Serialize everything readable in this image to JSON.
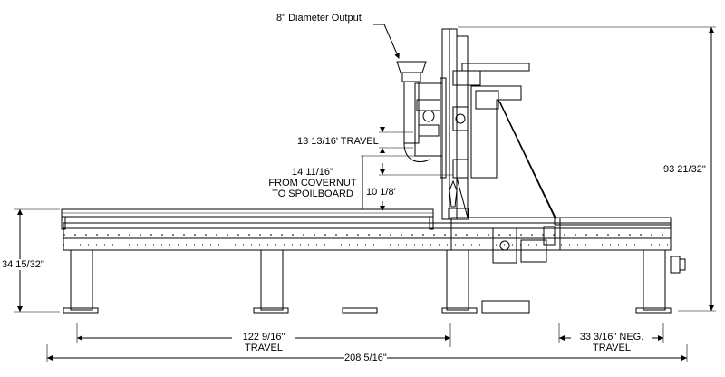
{
  "labels": {
    "output_diameter": "8\" Diameter Output",
    "z_travel": "13 13/16' TRAVEL",
    "covernut_value": "14 11/16\"",
    "covernut_line1": "FROM COVERNUT",
    "covernut_line2": "TO SPOILBOARD",
    "gantry_clearance": "10 1/8'",
    "overall_height": "93 21/32\"",
    "table_height": "34 15/32\"",
    "x_travel_value": "122 9/16\"",
    "x_travel_label": "TRAVEL",
    "neg_travel_value": "33 3/16\" NEG.",
    "neg_travel_label": "TRAVEL",
    "overall_length": "208 5/16\""
  },
  "colors": {
    "line": "#000000",
    "background": "#ffffff"
  }
}
